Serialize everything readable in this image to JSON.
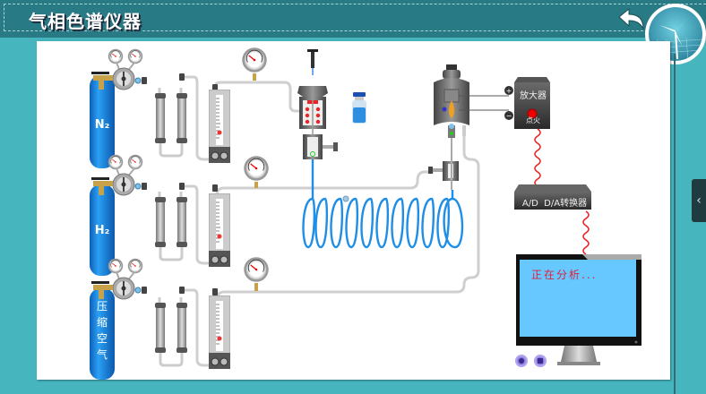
{
  "header": {
    "title": "气相色谱仪器",
    "back_icon": "back-arrow-icon",
    "logo": "wind-turbine-logo"
  },
  "apparatus": {
    "cylinders": [
      {
        "label": "N₂",
        "gas": "nitrogen"
      },
      {
        "label": "H₂",
        "gas": "hydrogen"
      },
      {
        "label": "压缩空气",
        "gas": "compressed-air"
      }
    ],
    "amplifier": {
      "label": "放大器",
      "ignite_label": "点火",
      "plus": "+",
      "minus": "−"
    },
    "converter": {
      "label": "A/D  D/A转换器"
    },
    "monitor": {
      "status_text": "正在分析..."
    },
    "controls": [
      {
        "name": "record-button",
        "icon": "record-icon"
      },
      {
        "name": "stop-button",
        "icon": "stop-icon"
      }
    ]
  },
  "side_panel": {
    "toggle_icon": "chevron-left-icon",
    "toggle_glyph": "‹"
  },
  "colors": {
    "background": "#46b5be",
    "header": "#287a84",
    "cylinder_blue": "#1a86e0",
    "coil_blue": "#1e8ee6",
    "screen": "#66c8ff",
    "status_red": "#e0203a"
  }
}
